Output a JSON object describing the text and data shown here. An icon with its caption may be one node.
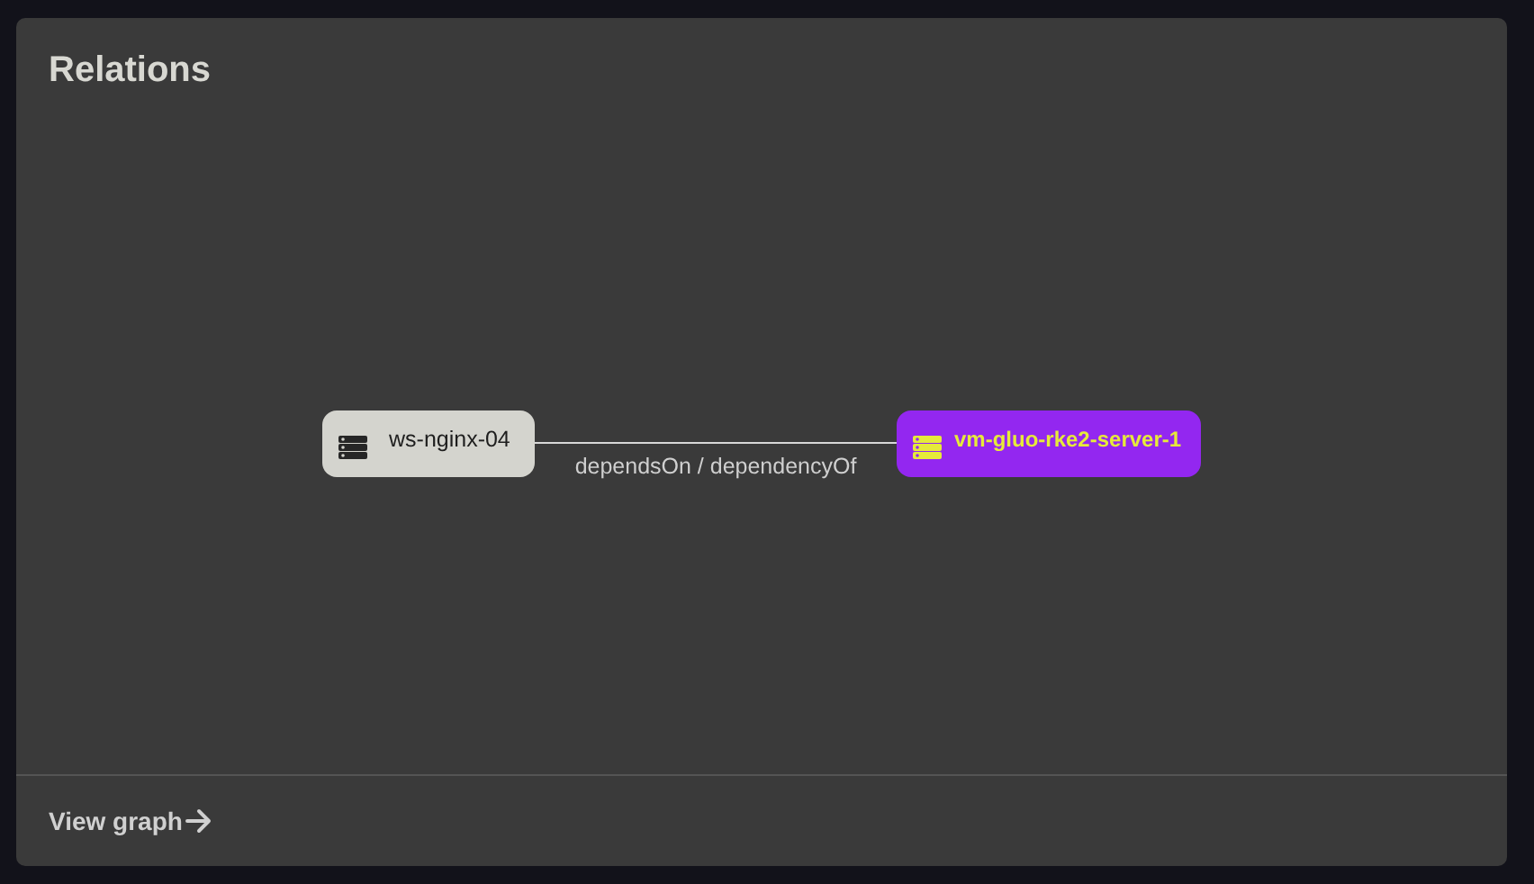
{
  "diagram": {
    "title": "Relations",
    "nodes": [
      {
        "text": [
          "ws-nginx-04"
        ]
      },
      {
        "text": [
          "vm-gluo-rke2-server-1"
        ]
      }
    ],
    "edges": [
      {
        "from": 0,
        "to": 1,
        "arrow": "none",
        "label": "dependsOn / dependencyOf"
      }
    ],
    "labels": [
      "View graph"
    ]
  }
}
